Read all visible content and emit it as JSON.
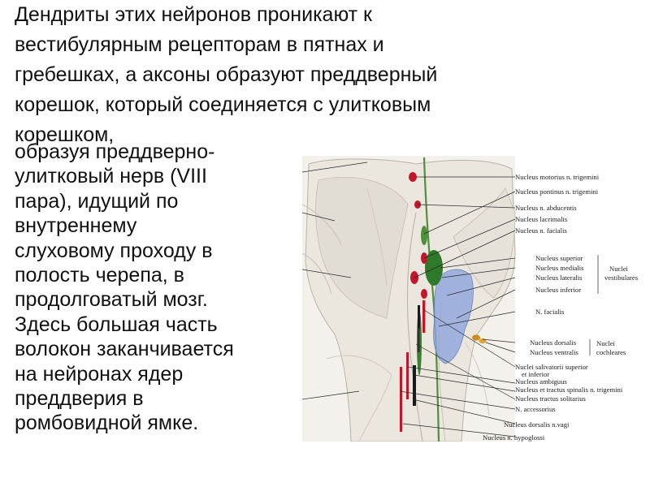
{
  "intro_lines": [
    "Дендриты этих нейронов проникают к",
    "вестибулярным рецепторам в пятнах и",
    "гребешках, а аксоны образуют преддверный",
    "корешок, который соединяется с улитковым",
    "корешком,"
  ],
  "body_lines": [
    "образуя преддверно-",
    "улитковый нерв (VIII",
    "пара), идущий по",
    "внутреннему",
    "слуховому проходу в",
    "полость черепа, в",
    "продолговатый мозг.",
    "Здесь большая часть",
    "волокон заканчивается",
    "на нейронах ядер",
    "преддверия в",
    "ромбовидной ямке."
  ],
  "figure": {
    "labels": [
      "Nucleus motorius n. trigemini",
      "Nucleus pontinus n. trigemini",
      "Nucleus n. abducentis",
      "Nucleus lacrimalis",
      "Nucleus n. facialis",
      "Nucleus superior",
      "Nucleus medialis",
      "Nucleus lateralis",
      "Nucleus inferior",
      "N. facialis",
      "Nucleus dorsalis",
      "Nucleus ventralis",
      "Nuclei salivatorii  superior",
      "et inferior",
      "Nucleus ambiguus",
      "Nucleus et tractus spinalis n. trigemini",
      "Nucleus tractus  solitarius",
      "N. accessorius",
      "Nucleus dorsalis n.vagi",
      "Nucleus  n. hypoglossi"
    ],
    "group_labels": {
      "vestibular_1": "Nuclei",
      "vestibular_2": "vestibulares",
      "cochlear_1": "Nuclei",
      "cochlear_2": "cochleares"
    },
    "colors": {
      "tissue": "#ece8e2",
      "tissue_shade": "#d4cec6",
      "red_nuclei": "#c0182a",
      "green_nuclei": "#2f7a2a",
      "blue_area": "#8fa4dc",
      "orange_nuclei": "#d08a1c"
    }
  }
}
